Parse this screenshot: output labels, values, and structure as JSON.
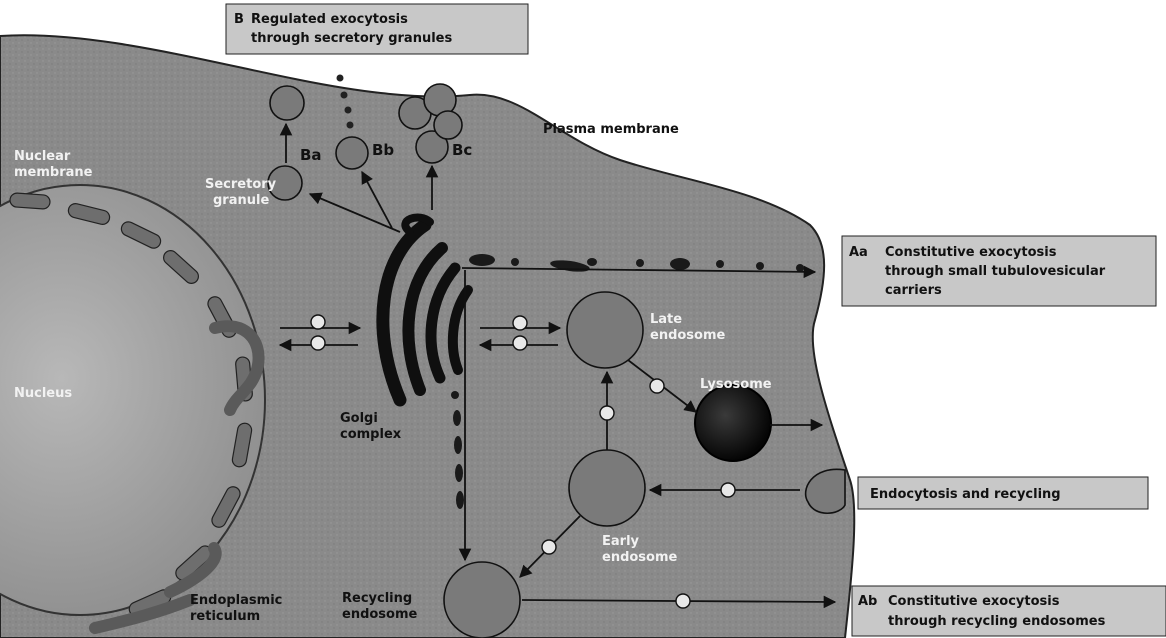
{
  "labels": {
    "plasma_membrane": "Plasma membrane",
    "nuclear_membrane": [
      "Nuclear",
      "membrane"
    ],
    "nucleus": "Nucleus",
    "secretory_granule": [
      "Secretory",
      "granule"
    ],
    "golgi": [
      "Golgi",
      "complex"
    ],
    "er": [
      "Endoplasmic",
      "reticulum"
    ],
    "late_endosome": [
      "Late",
      "endosome"
    ],
    "lysosome": "Lysosome",
    "early_endosome": [
      "Early",
      "endosome"
    ],
    "recycling_endosome": [
      "Recycling",
      "endosome"
    ],
    "ba": "Ba",
    "bb": "Bb",
    "bc": "Bc"
  },
  "callouts": {
    "b": {
      "code": "B",
      "lines": [
        "Regulated exocytosis",
        "through secretory granules"
      ]
    },
    "aa": {
      "code": "Aa",
      "lines": [
        "Constitutive exocytosis",
        "through small tubulovesicular",
        "carriers"
      ]
    },
    "endo": {
      "code": "",
      "lines": [
        "Endocytosis and recycling"
      ]
    },
    "ab": {
      "code": "Ab",
      "lines": [
        "Constitutive exocytosis",
        "through recycling endosomes"
      ]
    }
  },
  "colors": {
    "cytoplasm": "#8c8c8c",
    "callout_bg": "#c8c8c8",
    "nucleus": "#a9a9a9",
    "dark_organelle": "#1a1a1a"
  }
}
